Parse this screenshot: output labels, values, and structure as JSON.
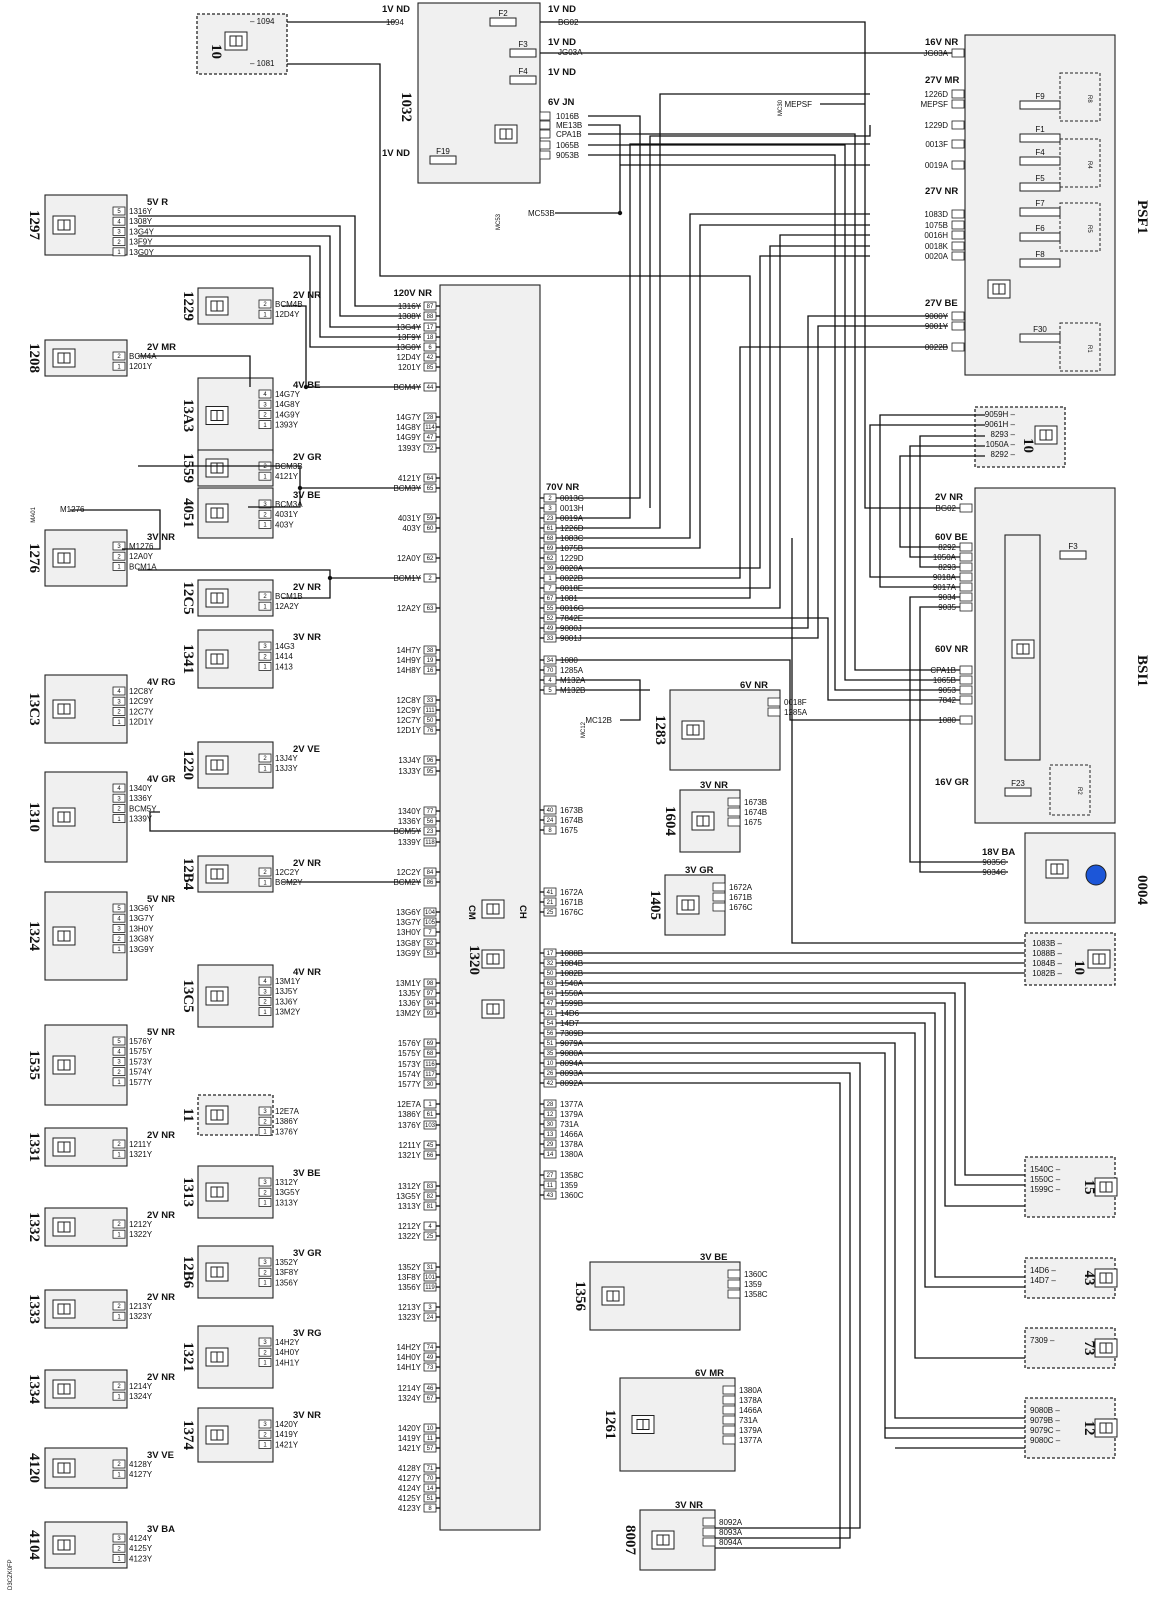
{
  "doc_code": "D3CZK0FP",
  "colors": {
    "red": "#e8202a",
    "green": "#2e7d32",
    "blue": "#1a1ae0",
    "cyan": "#23d3f0",
    "pink": "#f24fd0",
    "yellow": "#f5ea17",
    "black": "#111111"
  },
  "ecu": {
    "id": "1320",
    "left_label": "CM",
    "right_label": "CH",
    "left_connector": "120V NR",
    "right_connector": "70V NR"
  },
  "top_left_comp": {
    "id": "10",
    "wires": [
      "1094",
      "1081"
    ]
  },
  "fusebox_1032": {
    "id": "1032",
    "fuses": [
      "F2",
      "F3",
      "F4",
      "F19"
    ],
    "connectors": [
      "1V ND",
      "1V ND",
      "1V ND",
      "1V ND",
      "6V JN",
      "1V ND"
    ],
    "wires": [
      "1094",
      "BG02",
      "JG03A",
      "1016B",
      "ME13B",
      "CPA1B",
      "1065B",
      "9053B"
    ]
  },
  "psf1": {
    "id": "PSF1",
    "connectors": [
      "16V NR",
      "27V MR",
      "27V NR",
      "27V BE"
    ],
    "fuses": [
      "F9",
      "F1",
      "F4",
      "F5",
      "F7",
      "F6",
      "F8",
      "F30"
    ],
    "relays": [
      "R8",
      "R4",
      "R5",
      "R1"
    ],
    "wires": [
      "JG03A",
      "1226D",
      "MEPSF",
      "1229D",
      "0013F",
      "0019A",
      "1083D",
      "1075B",
      "0016H",
      "0018K",
      "0020A",
      "9000Y",
      "9001Y",
      "0022B"
    ],
    "mc_label": "MC30"
  },
  "bsi1": {
    "id": "BSI1",
    "connectors": [
      "2V NR",
      "60V BE",
      "60V NR",
      "16V GR"
    ],
    "fuses": [
      "F3",
      "F23"
    ],
    "relays": [
      "R2"
    ],
    "wires_top": [
      "BG02",
      "8292",
      "1050A",
      "8293",
      "9018A",
      "9017A",
      "9034",
      "9035"
    ],
    "wires_mid": [
      "CPA1B",
      "1065B",
      "9053",
      "7842",
      "1080"
    ]
  },
  "comp_10_right": {
    "id": "10",
    "wires": [
      "9059H",
      "9061H",
      "8293",
      "1050A",
      "8292"
    ]
  },
  "comp_0004": {
    "id": "0004",
    "connector": "18V BA",
    "wires": [
      "9035C",
      "9034C"
    ]
  },
  "comp_10_lower": {
    "id": "10",
    "wires": [
      "1083B",
      "1088B",
      "1084B",
      "1082B"
    ]
  },
  "left_components": [
    {
      "id": "1297",
      "connector": "5V R",
      "wires": [
        "1316Y",
        "1308Y",
        "13G4Y",
        "13F9Y",
        "13G0Y"
      ]
    },
    {
      "id": "1229",
      "connector": "2V NR",
      "wires": [
        "BCM4B",
        "12D4Y"
      ]
    },
    {
      "id": "1208",
      "connector": "2V MR",
      "wires": [
        "BCM4A",
        "1201Y"
      ]
    },
    {
      "id": "13A3",
      "connector": "4V BE",
      "wires": [
        "14G7Y",
        "14G8Y",
        "14G9Y",
        "1393Y"
      ]
    },
    {
      "id": "1559",
      "connector": "2V GR",
      "wires": [
        "BCM3B",
        "4121Y"
      ]
    },
    {
      "id": "4051",
      "connector": "3V BE",
      "wires": [
        "BCM3A",
        "4031Y",
        "403Y"
      ]
    },
    {
      "id": "1276",
      "connector": "3V NR",
      "wires": [
        "M1276",
        "12A0Y",
        "BCM1A"
      ]
    },
    {
      "id": "12C5",
      "connector": "2V NR",
      "wires": [
        "BCM1B",
        "12A2Y"
      ]
    },
    {
      "id": "1341",
      "connector": "3V NR",
      "wires": [
        "14G3",
        "1414",
        "1413"
      ]
    },
    {
      "id": "13C3",
      "connector": "4V RG",
      "wires": [
        "12C8Y",
        "12C9Y",
        "12C7Y",
        "12D1Y"
      ]
    },
    {
      "id": "1220",
      "connector": "2V VE",
      "wires": [
        "13J4Y",
        "13J3Y"
      ]
    },
    {
      "id": "1310",
      "connector": "4V GR",
      "wires": [
        "1340Y",
        "1336Y",
        "BCM5Y",
        "1339Y"
      ]
    },
    {
      "id": "12B4",
      "connector": "2V NR",
      "wires": [
        "12C2Y",
        "BCM2Y"
      ]
    },
    {
      "id": "1324",
      "connector": "5V NR",
      "wires": [
        "13G6Y",
        "13G7Y",
        "13H0Y",
        "13G8Y",
        "13G9Y"
      ]
    },
    {
      "id": "13C5",
      "connector": "4V NR",
      "wires": [
        "13M1Y",
        "13J5Y",
        "13J6Y",
        "13M2Y"
      ]
    },
    {
      "id": "1535",
      "connector": "5V NR",
      "wires": [
        "1576Y",
        "1575Y",
        "1573Y",
        "1574Y",
        "1577Y"
      ]
    },
    {
      "id": "11",
      "connector": "",
      "wires": [
        "12E7A",
        "1386Y",
        "1376Y"
      ]
    },
    {
      "id": "1331",
      "connector": "2V NR",
      "wires": [
        "1211Y",
        "1321Y"
      ]
    },
    {
      "id": "1313",
      "connector": "3V BE",
      "wires": [
        "1312Y",
        "13G5Y",
        "1313Y"
      ]
    },
    {
      "id": "1332",
      "connector": "2V NR",
      "wires": [
        "1212Y",
        "1322Y"
      ]
    },
    {
      "id": "12B6",
      "connector": "3V GR",
      "wires": [
        "1352Y",
        "13F8Y",
        "1356Y"
      ]
    },
    {
      "id": "1333",
      "connector": "2V NR",
      "wires": [
        "1213Y",
        "1323Y"
      ]
    },
    {
      "id": "1321",
      "connector": "3V RG",
      "wires": [
        "14H2Y",
        "14H0Y",
        "14H1Y"
      ]
    },
    {
      "id": "1334",
      "connector": "2V NR",
      "wires": [
        "1214Y",
        "1324Y"
      ]
    },
    {
      "id": "1374",
      "connector": "3V NR",
      "wires": [
        "1420Y",
        "1419Y",
        "1421Y"
      ]
    },
    {
      "id": "4120",
      "connector": "3V VE",
      "wires": [
        "4128Y",
        "4127Y"
      ]
    },
    {
      "id": "4104",
      "connector": "3V BA",
      "wires": [
        "4124Y",
        "4125Y",
        "4123Y"
      ]
    }
  ],
  "ecu_left_pins": [
    [
      "1316Y",
      "87"
    ],
    [
      "1308Y",
      "88"
    ],
    [
      "13G4Y",
      "17"
    ],
    [
      "13F9Y",
      "18"
    ],
    [
      "13G0Y",
      "6"
    ],
    [
      "12D4Y",
      "42"
    ],
    [
      "1201Y",
      "85"
    ],
    [
      "BCM4Y",
      "44"
    ],
    [
      "14G7Y",
      "28"
    ],
    [
      "14G8Y",
      "114"
    ],
    [
      "14G9Y",
      "47"
    ],
    [
      "1393Y",
      "72"
    ],
    [
      "4121Y",
      "64"
    ],
    [
      "BCM3Y",
      "65"
    ],
    [
      "4031Y",
      "59"
    ],
    [
      "403Y",
      "60"
    ],
    [
      "12A0Y",
      "62"
    ],
    [
      "BCM1Y",
      "2"
    ],
    [
      "12A2Y",
      "63"
    ],
    [
      "14H7Y",
      "38"
    ],
    [
      "14H9Y",
      "19"
    ],
    [
      "14H8Y",
      "16"
    ],
    [
      "12C8Y",
      "33"
    ],
    [
      "12C9Y",
      "111"
    ],
    [
      "12C7Y",
      "50"
    ],
    [
      "12D1Y",
      "76"
    ],
    [
      "13J4Y",
      "96"
    ],
    [
      "13J3Y",
      "95"
    ],
    [
      "1340Y",
      "77"
    ],
    [
      "1336Y",
      "56"
    ],
    [
      "BCM5Y",
      "23"
    ],
    [
      "1339Y",
      "118"
    ],
    [
      "12C2Y",
      "84"
    ],
    [
      "BCM2Y",
      "86"
    ],
    [
      "13G6Y",
      "104"
    ],
    [
      "13G7Y",
      "105"
    ],
    [
      "13H0Y",
      "7"
    ],
    [
      "13G8Y",
      "52"
    ],
    [
      "13G9Y",
      "53"
    ],
    [
      "13M1Y",
      "98"
    ],
    [
      "13J5Y",
      "97"
    ],
    [
      "13J6Y",
      "94"
    ],
    [
      "13M2Y",
      "93"
    ],
    [
      "1576Y",
      "69"
    ],
    [
      "1575Y",
      "68"
    ],
    [
      "1573Y",
      "116"
    ],
    [
      "1574Y",
      "117"
    ],
    [
      "1577Y",
      "30"
    ],
    [
      "12E7A",
      "1"
    ],
    [
      "1386Y",
      "61"
    ],
    [
      "1376Y",
      "103"
    ],
    [
      "1211Y",
      "45"
    ],
    [
      "1321Y",
      "66"
    ],
    [
      "1312Y",
      "83"
    ],
    [
      "13G5Y",
      "82"
    ],
    [
      "1313Y",
      "81"
    ],
    [
      "1212Y",
      "4"
    ],
    [
      "1322Y",
      "25"
    ],
    [
      "1352Y",
      "31"
    ],
    [
      "13F8Y",
      "101"
    ],
    [
      "1356Y",
      "119"
    ],
    [
      "1213Y",
      "3"
    ],
    [
      "1323Y",
      "24"
    ],
    [
      "14H2Y",
      "74"
    ],
    [
      "14H0Y",
      "49"
    ],
    [
      "14H1Y",
      "73"
    ],
    [
      "1214Y",
      "46"
    ],
    [
      "1324Y",
      "67"
    ],
    [
      "1420Y",
      "10"
    ],
    [
      "1419Y",
      "11"
    ],
    [
      "1421Y",
      "57"
    ],
    [
      "4128Y",
      "71"
    ],
    [
      "4127Y",
      "70"
    ],
    [
      "4124Y",
      "14"
    ],
    [
      "4125Y",
      "51"
    ],
    [
      "4123Y",
      "8"
    ]
  ],
  "ecu_right_pins": [
    [
      "0013G",
      "2"
    ],
    [
      "0013H",
      "3"
    ],
    [
      "0019A",
      "23"
    ],
    [
      "1226D",
      "61"
    ],
    [
      "1083C",
      "68"
    ],
    [
      "1075B",
      "69"
    ],
    [
      "1229D",
      "62"
    ],
    [
      "0020A",
      "39"
    ],
    [
      "0022B",
      "1"
    ],
    [
      "0018E",
      "7"
    ],
    [
      "1081",
      "67"
    ],
    [
      "0016G",
      "55"
    ],
    [
      "7842E",
      "52"
    ],
    [
      "9000J",
      "49"
    ],
    [
      "9001J",
      "33"
    ],
    [
      "1080",
      "34"
    ],
    [
      "1285A",
      "70"
    ],
    [
      "M132A",
      "4"
    ],
    [
      "M132B",
      "5"
    ],
    [
      "1673B",
      "40"
    ],
    [
      "1674B",
      "24"
    ],
    [
      "1675",
      "8"
    ],
    [
      "1672A",
      "41"
    ],
    [
      "1671B",
      "21"
    ],
    [
      "1676C",
      "25"
    ],
    [
      "1088B",
      "17"
    ],
    [
      "1084B",
      "32"
    ],
    [
      "1082B",
      "50"
    ],
    [
      "1540A",
      "63"
    ],
    [
      "1550A",
      "64"
    ],
    [
      "1599B",
      "47"
    ],
    [
      "14D6",
      "21"
    ],
    [
      "14D7",
      "54"
    ],
    [
      "7309D",
      "56"
    ],
    [
      "9079A",
      "51"
    ],
    [
      "9080A",
      "35"
    ],
    [
      "8094A",
      "10"
    ],
    [
      "8093A",
      "26"
    ],
    [
      "8092A",
      "42"
    ],
    [
      "1377A",
      "28"
    ],
    [
      "1379A",
      "12"
    ],
    [
      "731A",
      "30"
    ],
    [
      "1466A",
      "13"
    ],
    [
      "1378A",
      "29"
    ],
    [
      "1380A",
      "14"
    ],
    [
      "1358C",
      "27"
    ],
    [
      "1359",
      "11"
    ],
    [
      "1360C",
      "43"
    ]
  ],
  "right_components": [
    {
      "id": "1283",
      "connector": "6V NR",
      "wires": [
        "0018F",
        "1285A"
      ],
      "mc": "MC12B"
    },
    {
      "id": "1604",
      "connector": "3V NR",
      "wires": [
        "1673B",
        "1674B",
        "1675"
      ]
    },
    {
      "id": "1405",
      "connector": "3V GR",
      "wires": [
        "1672A",
        "1671B",
        "1676C"
      ]
    },
    {
      "id": "1356",
      "connector": "3V BE",
      "wires": [
        "1360C",
        "1359",
        "1358C"
      ]
    },
    {
      "id": "1261",
      "connector": "6V MR",
      "wires": [
        "1380A",
        "1378A",
        "1466A",
        "731A",
        "1379A",
        "1377A"
      ]
    },
    {
      "id": "8007",
      "connector": "3V NR",
      "wires": [
        "8092A",
        "8093A",
        "8094A"
      ]
    },
    {
      "id": "15",
      "connector": "",
      "wires": [
        "1540C",
        "1550C",
        "1599C"
      ]
    },
    {
      "id": "43",
      "connector": "",
      "wires": [
        "14D6",
        "14D7"
      ]
    },
    {
      "id": "73",
      "connector": "",
      "wires": [
        "7309"
      ]
    },
    {
      "id": "12",
      "connector": "",
      "wires": [
        "9080B",
        "9079B",
        "9079C",
        "9080C"
      ]
    }
  ],
  "mc_labels": [
    "M1276",
    "MC53B",
    "MC12B",
    "MEPSF"
  ],
  "mc_codes": [
    "MA01",
    "MC53",
    "MC12",
    "MC30"
  ]
}
